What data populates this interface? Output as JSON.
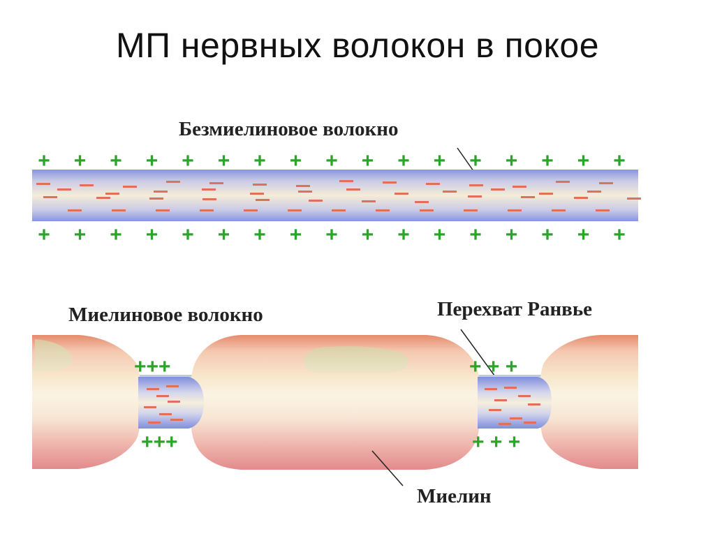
{
  "title": "МП нервных волокон в покое",
  "labels": {
    "unmyelinated": "Безмиелиновое волокно",
    "myelinated": "Миелиновое волокно",
    "node": "Перехват Ранвье",
    "myelin": "Миелин"
  },
  "symbols": {
    "plus": "+",
    "triple_plus": "+++",
    "spaced_plus": "+ + +"
  },
  "colors": {
    "positive": "#2aa52a",
    "negative": "#e0705a",
    "axon_blue": "#8c9be0",
    "myelin_pink": "#e58a8a"
  }
}
